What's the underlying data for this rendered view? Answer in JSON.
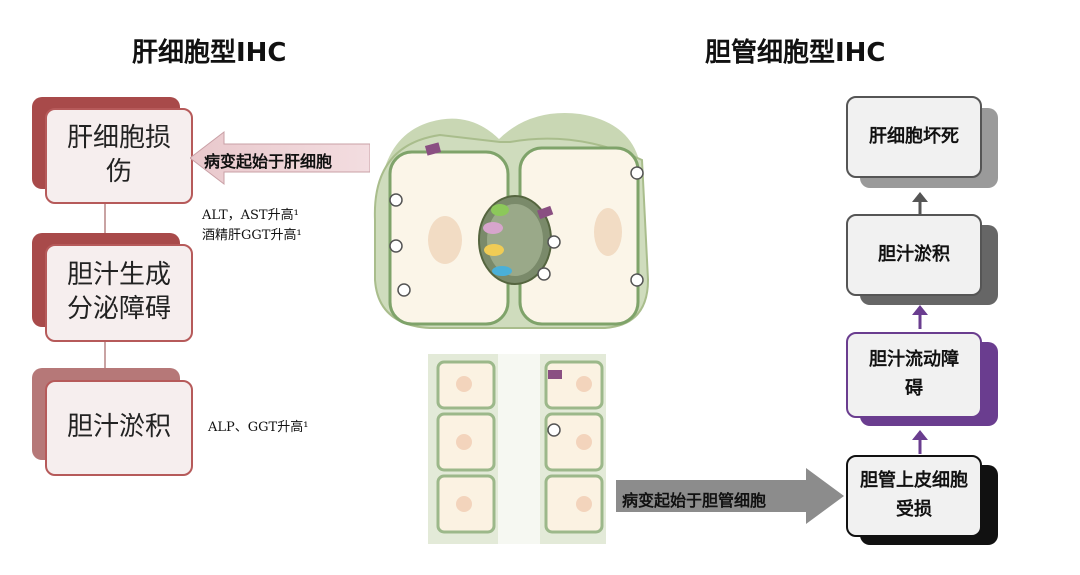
{
  "left": {
    "title": "肝细胞型IHC",
    "boxes": [
      {
        "label": "肝细胞损伤"
      },
      {
        "label": "胆汁生成分泌障碍"
      },
      {
        "label": "胆汁淤积"
      }
    ],
    "notes": [
      {
        "line1": "ALT，AST升高¹",
        "line2": "酒精肝GGT升高¹"
      },
      {
        "line1": "ALP、GGT升高¹"
      }
    ],
    "arrow_label": "病变起始于肝细胞"
  },
  "right": {
    "title": "胆管细胞型IHC",
    "boxes": [
      {
        "label": "肝细胞坏死"
      },
      {
        "label": "胆汁淤积"
      },
      {
        "label": "胆汁流动障碍"
      },
      {
        "label": "胆管上皮细胞受损"
      }
    ],
    "arrow_label": "病变起始于胆管细胞"
  },
  "colors": {
    "left_box_border": "#b65a5a",
    "left_shadow": "#a84a4a",
    "right_box_border": "#555555",
    "highlight_purple": "#6a3d8f",
    "cell_green": "#b8cc9a"
  }
}
